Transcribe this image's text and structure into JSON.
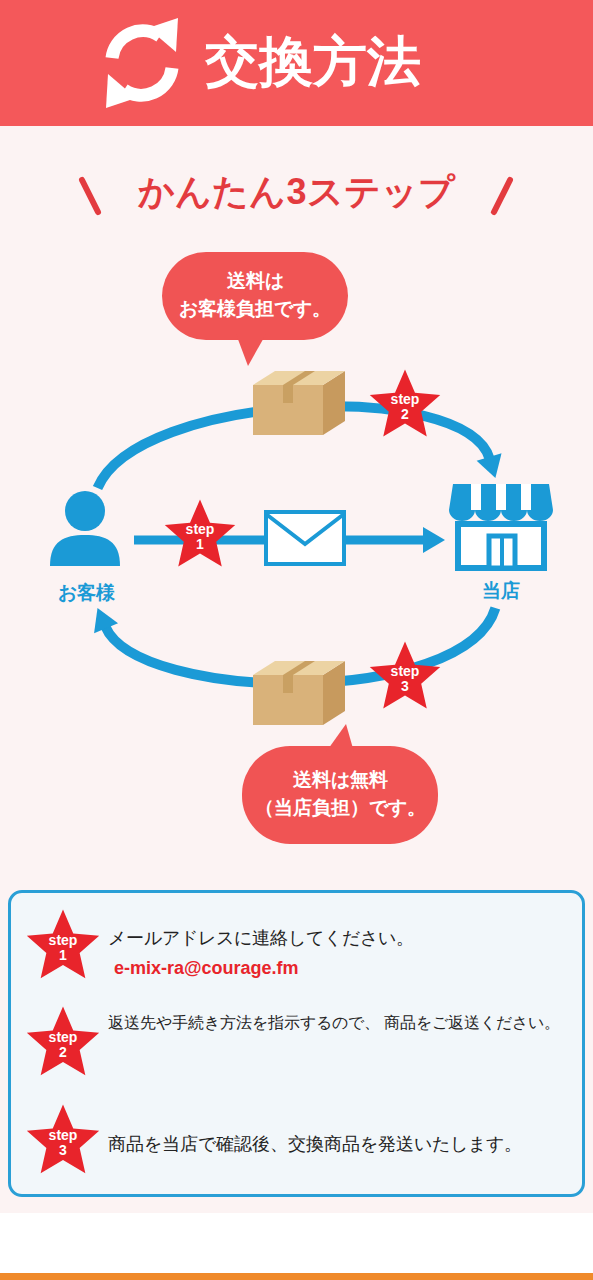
{
  "diagram": {
    "title": "交換方法",
    "nodes": [
      {
        "text": [
          "送料は お客様負担です。"
        ]
      },
      {
        "text": [
          "step 2"
        ]
      },
      {
        "text": [
          "お客様"
        ]
      },
      {
        "text": [
          "step 1"
        ]
      },
      {
        "text": [
          "当店"
        ]
      },
      {
        "text": [
          "step 3"
        ]
      },
      {
        "text": [
          "送料は無料 （当店負担）です。"
        ]
      },
      {
        "text": [
          "メールアドレスに連絡してください。",
          "e-mix-ra@courage.fm",
          "返送先や手続き方法を指示するので、 商品をご返送ください。",
          "商品を当店で確認後、交換商品を発送いたします。"
        ]
      },
      {
        "text": [
          "step 1"
        ],
        "in": 7
      },
      {
        "text": [
          "step 2"
        ],
        "in": 7
      },
      {
        "text": [
          "step 3"
        ],
        "in": 7
      }
    ],
    "edges": [
      {
        "from": 2,
        "to": 4,
        "arrow": "to"
      },
      {
        "from": 2,
        "to": 4,
        "arrow": "to"
      },
      {
        "from": 4,
        "to": 2,
        "arrow": "to"
      }
    ],
    "labels": [
      "かんたん3ステップ"
    ]
  }
}
